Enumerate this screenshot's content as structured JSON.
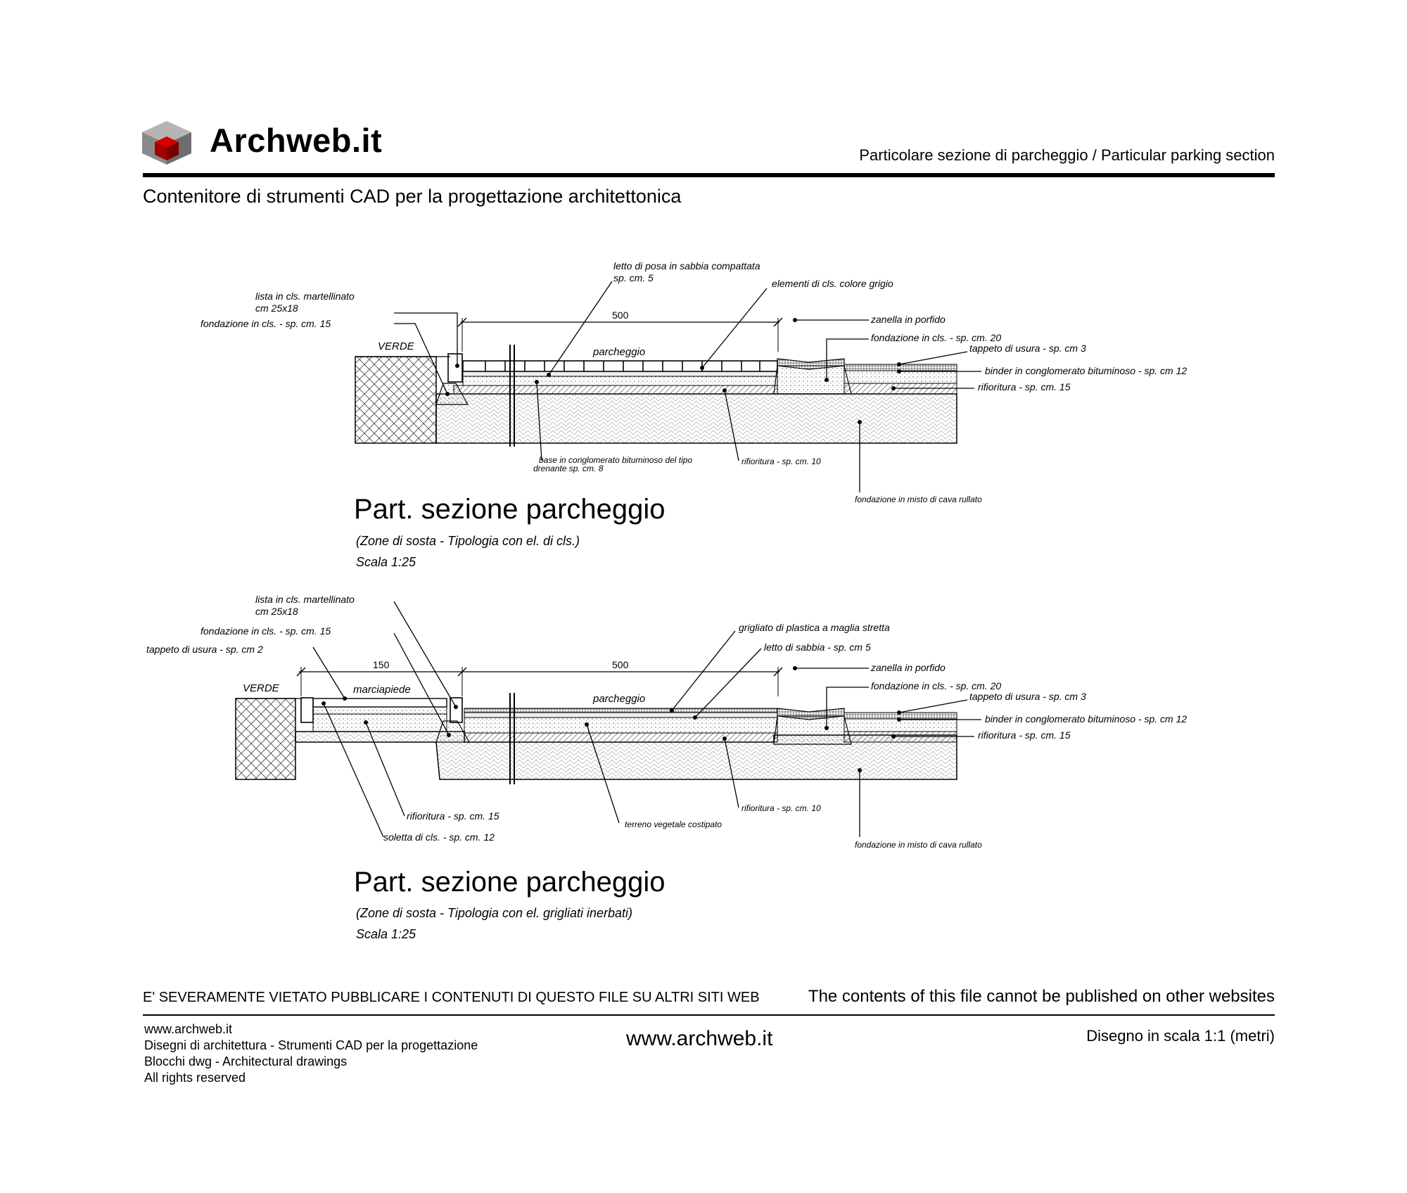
{
  "header": {
    "brand": "Archweb.it",
    "title": "Particolare sezione di parcheggio  /  Particular parking section",
    "subtitle": "Contenitore di strumenti CAD per la progettazione architettonica"
  },
  "section1": {
    "title": "Part. sezione parcheggio",
    "subtitle": "(Zone di sosta - Tipologia con el. di cls.)",
    "scale": "Scala 1:25",
    "labels": {
      "lista_1": "lista in cls. martellinato",
      "lista_2": "cm 25x18",
      "fond15": "fondazione in cls. - sp. cm. 15",
      "letto_1": "letto di posa in sabbia compattata",
      "letto_2": "sp. cm. 5",
      "elementi": "elementi di cls. colore grigio",
      "zanella": "zanella in porfido",
      "fond20": "fondazione in cls. - sp. cm. 20",
      "tappeto": "tappeto di usura - sp. cm 3",
      "binder": "binder in conglomerato bituminoso - sp. cm 12",
      "rifio15": "rifioritura - sp. cm. 15",
      "verde": "VERDE",
      "parcheggio": "parcheggio",
      "dim500": "500",
      "base_1": "base in conglomerato bituminoso del tipo",
      "base_2": "drenante sp. cm. 8",
      "rifio10": "rifioritura - sp. cm. 10",
      "fond_misto": "fondazione in misto di cava rullato"
    }
  },
  "section2": {
    "title": "Part. sezione parcheggio",
    "subtitle": "(Zone di sosta - Tipologia con el. grigliati inerbati)",
    "scale": "Scala 1:25",
    "labels": {
      "lista_1": "lista in cls. martellinato",
      "lista_2": "cm 25x18",
      "fond15": "fondazione in cls. - sp. cm. 15",
      "tappeto2": "tappeto di usura - sp. cm 2",
      "grigliato": "grigliato di plastica a maglia stretta",
      "letto": "letto di sabbia - sp. cm 5",
      "zanella": "zanella in porfido",
      "fond20": "fondazione in cls. - sp. cm. 20",
      "tappeto3": "tappeto di usura - sp. cm 3",
      "binder": "binder in conglomerato bituminoso - sp. cm 12",
      "rifio15": "rifioritura - sp. cm. 15",
      "verde": "VERDE",
      "marciapiede": "marciapiede",
      "parcheggio": "parcheggio",
      "dim150": "150",
      "dim500": "500",
      "rifio15b": "rifioritura - sp. cm. 15",
      "soletta": "soletta di cls. - sp. cm. 12",
      "terreno": "terreno vegetale costipato",
      "rifio10": "rifioritura - sp. cm. 10",
      "fond_misto": "fondazione in misto di cava rullato"
    }
  },
  "footer": {
    "notice_it": "E' SEVERAMENTE VIETATO PUBBLICARE I CONTENUTI DI QUESTO FILE SU ALTRI SITI WEB",
    "notice_en": "The contents of this file cannot be published on other websites",
    "left_lines": [
      "www.archweb.it",
      "Disegni di architettura - Strumenti CAD  per la progettazione",
      "Blocchi dwg - Architectural drawings",
      "All rights reserved"
    ],
    "center": "www.archweb.it",
    "right": "Disegno in scala 1:1 (metri)"
  },
  "colors": {
    "logo_red": "#a50000",
    "logo_grey": "#8a8a8a",
    "ink": "#000000"
  },
  "icons": {
    "logo": "cube-logo-icon"
  }
}
